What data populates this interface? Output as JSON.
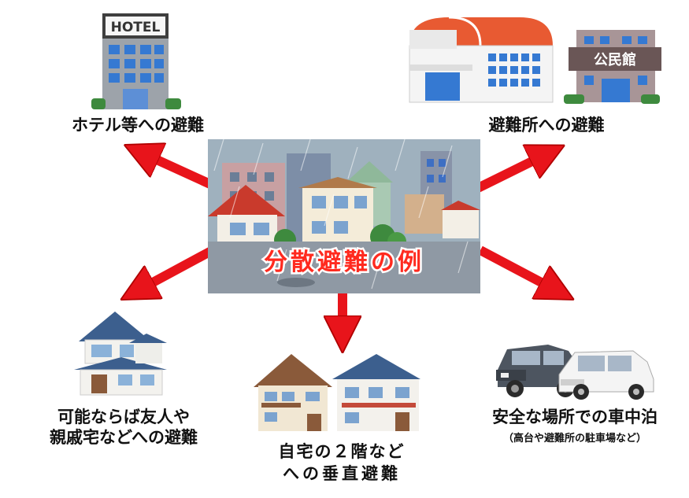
{
  "center": {
    "title": "分散避難の例"
  },
  "hotel": {
    "sign": "HOTEL",
    "label": "ホテル等への避難"
  },
  "shelter": {
    "sign": "公民館",
    "label": "避難所への避難"
  },
  "friend": {
    "label_line1": "可能ならば友人や",
    "label_line2": "親戚宅などへの避難"
  },
  "home": {
    "label_line1": "自宅の２階など",
    "label_line2": "への垂直避難"
  },
  "car": {
    "label": "安全な場所での車中泊",
    "sublabel": "（高台や避難所の駐車場など）"
  },
  "colors": {
    "arrow": "#e8141b",
    "title_fill": "#ff2a1f",
    "roof_blue": "#3c5f8e",
    "roof_brown": "#8a5a3a"
  }
}
